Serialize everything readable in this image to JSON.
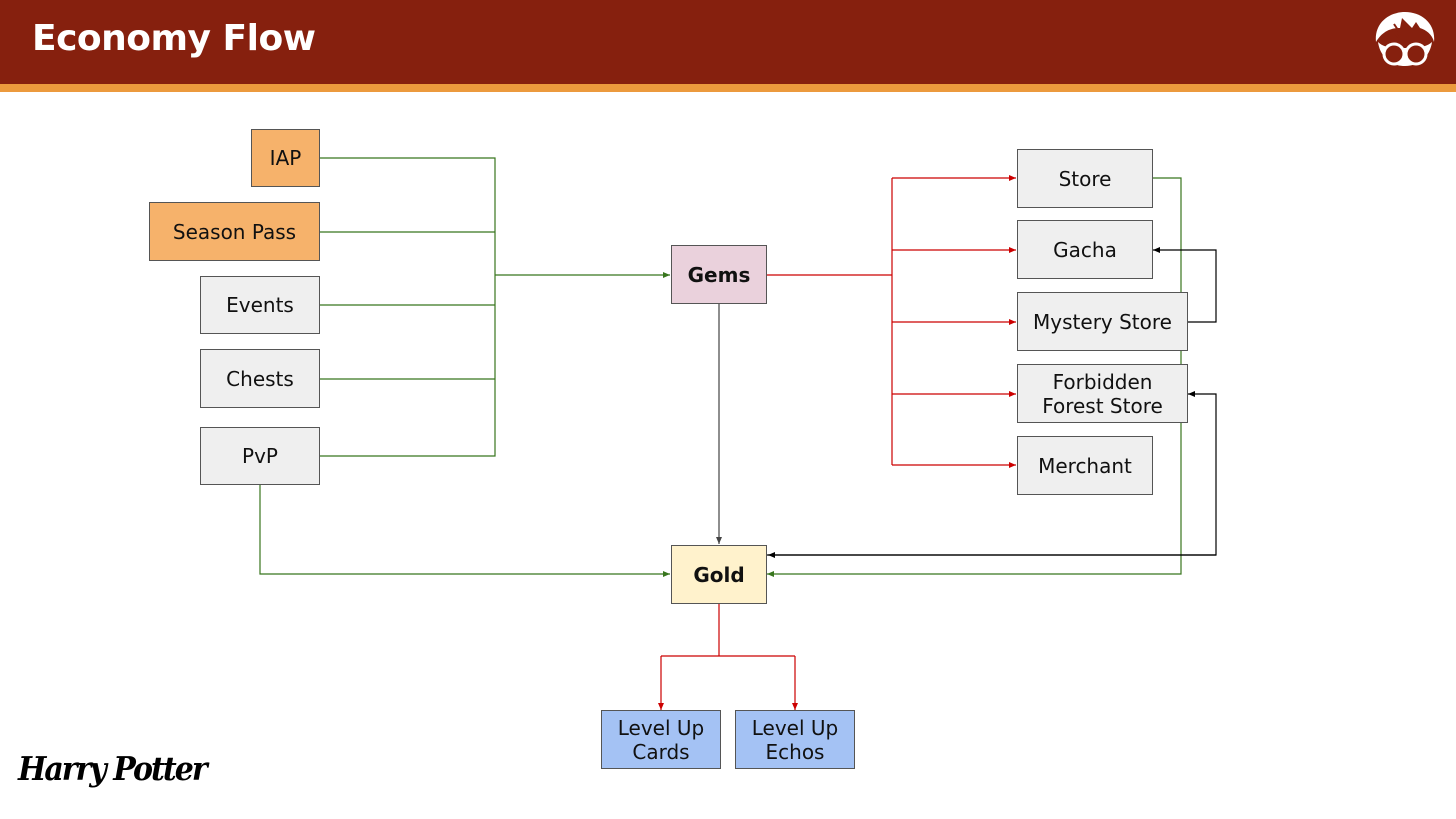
{
  "header": {
    "title": "Economy Flow",
    "logo_icon": "harry-potter-face-icon"
  },
  "brand": {
    "text": "Harry Potter"
  },
  "colors": {
    "header_bg": "#86200e",
    "header_stripe": "#ec9a3d",
    "flow_green": "#38761d",
    "flow_red": "#cc0000",
    "flow_black": "#000000",
    "flow_grey": "#444444"
  },
  "nodes": {
    "iap": "IAP",
    "season_pass": "Season Pass",
    "events": "Events",
    "chests": "Chests",
    "pvp": "PvP",
    "gems": "Gems",
    "gold": "Gold",
    "store": "Store",
    "gacha": "Gacha",
    "mystery_store": "Mystery Store",
    "forbidden_line1": "Forbidden",
    "forbidden_line2": "Forest Store",
    "merchant": "Merchant",
    "cards_line1": "Level Up",
    "cards_line2": "Cards",
    "echos_line1": "Level Up",
    "echos_line2": "Echos"
  }
}
